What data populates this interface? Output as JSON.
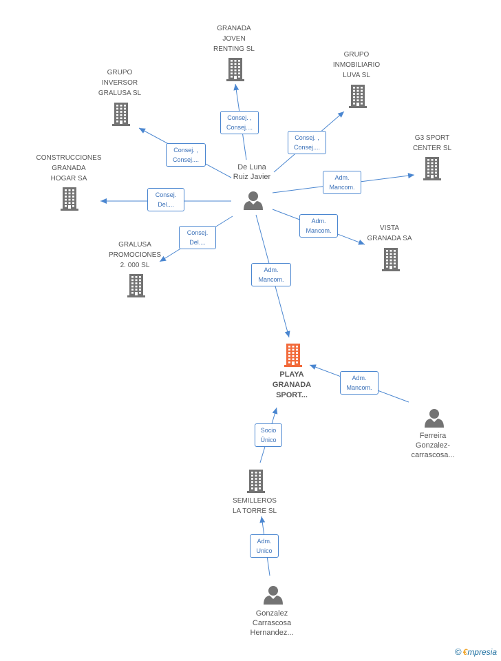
{
  "nodes": [
    {
      "id": "granada_joven",
      "type": "company",
      "label": "GRANADA\nJOVEN\nRENTING SL"
    },
    {
      "id": "grupo_inmob",
      "type": "company",
      "label": "GRUPO\nINMOBILIARIO\nLUVA SL"
    },
    {
      "id": "grupo_inversor",
      "type": "company",
      "label": "GRUPO\nINVERSOR\nGRALUSA SL"
    },
    {
      "id": "g3",
      "type": "company",
      "label": "G3 SPORT\nCENTER SL"
    },
    {
      "id": "construcciones",
      "type": "company",
      "label": "CONSTRUCCIONES\nGRANADA\nHOGAR SA"
    },
    {
      "id": "vista",
      "type": "company",
      "label": "VISTA\nGRANADA SA"
    },
    {
      "id": "gralusa_prom",
      "type": "company",
      "label": "GRALUSA\nPROMOCIONES\n2. 000 SL"
    },
    {
      "id": "de_luna",
      "type": "person",
      "label": "De Luna\nRuiz Javier"
    },
    {
      "id": "playa",
      "type": "target",
      "label": "PLAYA\nGRANADA\nSPORT..."
    },
    {
      "id": "ferreira",
      "type": "person",
      "label": "Ferreira\nGonzalez-\ncarrascosa..."
    },
    {
      "id": "semilleros",
      "type": "company",
      "label": "SEMILLEROS\nLA TORRE SL"
    },
    {
      "id": "gonzalez",
      "type": "person",
      "label": "Gonzalez\nCarrascosa\nHernandez..."
    }
  ],
  "edges": [
    {
      "from": "de_luna",
      "to": "granada_joven",
      "label": "Consej. ,\nConsej...."
    },
    {
      "from": "de_luna",
      "to": "grupo_inmob",
      "label": "Consej. ,\nConsej...."
    },
    {
      "from": "de_luna",
      "to": "grupo_inversor",
      "label": "Consej. ,\nConsej...."
    },
    {
      "from": "de_luna",
      "to": "g3",
      "label": "Adm.\nMancom."
    },
    {
      "from": "de_luna",
      "to": "construcciones",
      "label": "Consej.\nDel...."
    },
    {
      "from": "de_luna",
      "to": "vista",
      "label": "Adm.\nMancom."
    },
    {
      "from": "de_luna",
      "to": "gralusa_prom",
      "label": "Consej.\nDel...."
    },
    {
      "from": "de_luna",
      "to": "playa",
      "label": "Adm.\nMancom."
    },
    {
      "from": "ferreira",
      "to": "playa",
      "label": "Adm.\nMancom."
    },
    {
      "from": "semilleros",
      "to": "playa",
      "label": "Socio\nÚnico"
    },
    {
      "from": "gonzalez",
      "to": "semilleros",
      "label": "Adm.\nUnico"
    }
  ],
  "colors": {
    "edge": "#4a86d0",
    "company_icon": "#737373",
    "target_icon": "#f26a3a",
    "person_icon": "#737373"
  },
  "icons": {
    "company": "building-icon",
    "target": "building-icon",
    "person": "person-icon"
  },
  "footer": {
    "copyright": "©",
    "brand_first": "€",
    "brand_rest": "mpresia"
  }
}
